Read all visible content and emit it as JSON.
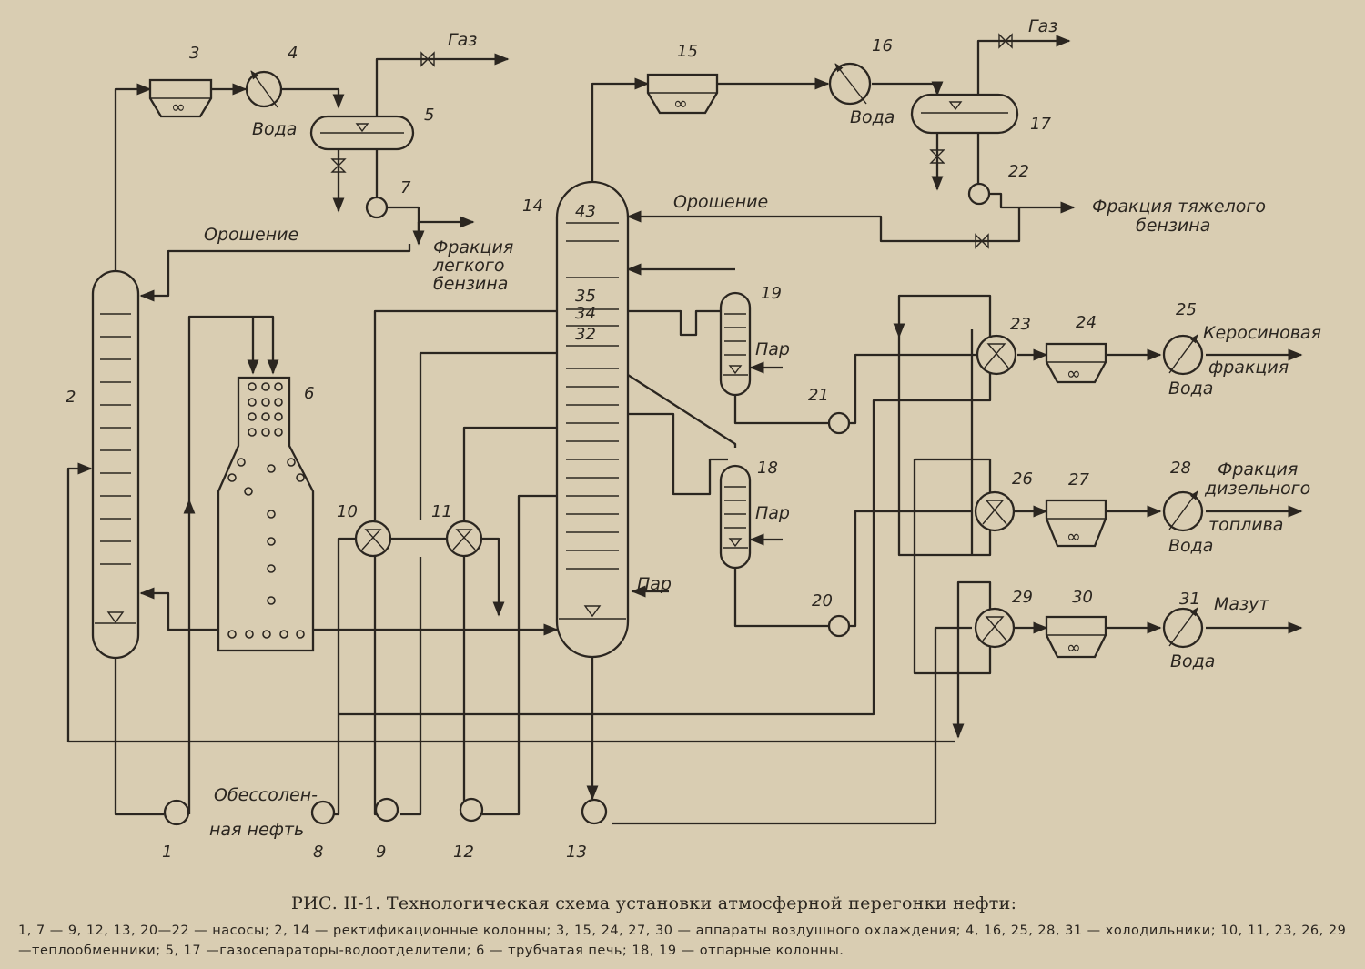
{
  "labels": {
    "gas_1": "Газ",
    "gas_2": "Газ",
    "water_4": "Вода",
    "water_16": "Вода",
    "water_25": "Вода",
    "water_28": "Вода",
    "water_31": "Вода",
    "reflux_1": "Орошение",
    "reflux_2": "Орошение",
    "light_gasoline_1": "Фракция",
    "light_gasoline_2": "легкого",
    "light_gasoline_3": "бензина",
    "heavy_gasoline_1": "Фракция тяжелого",
    "heavy_gasoline_2": "бензина",
    "steam_19": "Пар",
    "steam_18": "Пар",
    "steam_14": "Пар",
    "kerosene_1": "Керосиновая",
    "kerosene_2": "фракция",
    "diesel_1": "Фракция",
    "diesel_2": "дизельного",
    "diesel_3": "топлива",
    "mazut": "Мазут",
    "crude_1": "Обессолен-",
    "crude_2": "ная нефть"
  },
  "tray_numbers": [
    "43",
    "35",
    "34",
    "32"
  ],
  "equipment_numbers": [
    "1",
    "2",
    "3",
    "4",
    "5",
    "6",
    "7",
    "8",
    "9",
    "10",
    "11",
    "12",
    "13",
    "14",
    "15",
    "16",
    "17",
    "18",
    "19",
    "20",
    "21",
    "22",
    "23",
    "24",
    "25",
    "26",
    "27",
    "28",
    "29",
    "30",
    "31"
  ],
  "caption": {
    "title": "РИС. II-1. Технологическая схема установки атмосферной перегонки нефти:",
    "legend": "1, 7 — 9, 12, 13, 20—22 — насосы; 2, 14 — ректификационные колонны; 3, 15, 24, 27, 30 — аппараты воздушного охлаждения; 4, 16, 25, 28, 31 — холодильники; 10, 11, 23, 26, 29 —теплообменники; 5, 17 —газосепараторы-водоотделители; 6 — трубчатая печь; 18, 19 — отпарные колонны."
  }
}
